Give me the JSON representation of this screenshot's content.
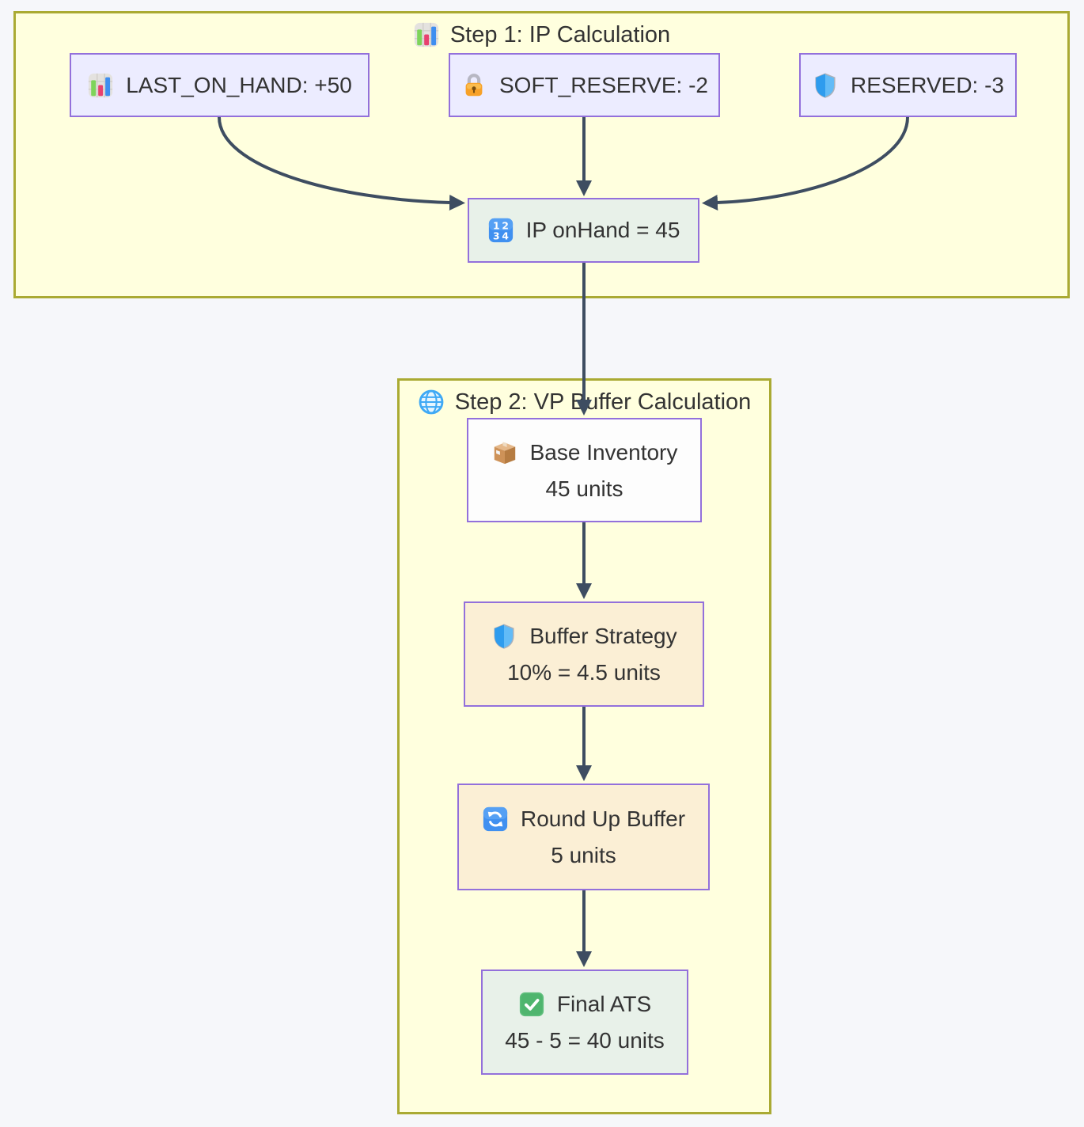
{
  "diagram": {
    "clusters": {
      "step1": {
        "title": "Step 1: IP Calculation",
        "icon": "bar-chart-icon"
      },
      "step2": {
        "title": "Step 2: VP Buffer Calculation",
        "icon": "globe-icon"
      }
    },
    "nodes": {
      "last_on_hand": {
        "icon": "bar-chart-icon",
        "label": "LAST_ON_HAND: +50"
      },
      "soft_reserve": {
        "icon": "lock-icon",
        "label": "SOFT_RESERVE: -2"
      },
      "reserved": {
        "icon": "shield-icon",
        "label": "RESERVED: -3"
      },
      "ip_onhand": {
        "icon": "input-numbers-icon",
        "label": "IP onHand = 45"
      },
      "base_inventory": {
        "icon": "package-icon",
        "label": "Base Inventory",
        "sublabel": "45 units"
      },
      "buffer_strategy": {
        "icon": "shield-icon",
        "label": "Buffer Strategy",
        "sublabel": "10% = 4.5 units"
      },
      "round_up_buffer": {
        "icon": "counterclockwise-arrows-icon",
        "label": "Round Up Buffer",
        "sublabel": "5 units"
      },
      "final_ats": {
        "icon": "check-mark-icon",
        "label": "Final ATS",
        "sublabel": "45 - 5 = 40 units"
      }
    },
    "edges": [
      {
        "from": "last_on_hand",
        "to": "ip_onhand"
      },
      {
        "from": "soft_reserve",
        "to": "ip_onhand"
      },
      {
        "from": "reserved",
        "to": "ip_onhand"
      },
      {
        "from": "ip_onhand",
        "to": "base_inventory"
      },
      {
        "from": "base_inventory",
        "to": "buffer_strategy"
      },
      {
        "from": "buffer_strategy",
        "to": "round_up_buffer"
      },
      {
        "from": "round_up_buffer",
        "to": "final_ats"
      }
    ],
    "colors": {
      "page_background": "#F6F7FA",
      "cluster_fill": "#FFFFDE",
      "cluster_border": "#AAAA33",
      "node_fill_default": "#ECECFF",
      "node_fill_green": "#E8F1E9",
      "node_fill_orange": "#FBEFD5",
      "node_fill_white": "#FDFDFD",
      "node_border": "#9370DB",
      "edge_color": "#3E4D61",
      "text_color": "#333333"
    }
  }
}
